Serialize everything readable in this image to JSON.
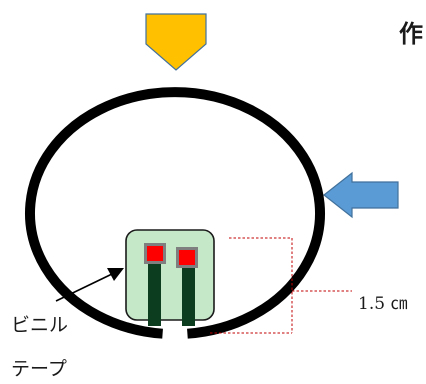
{
  "title_fragment": "作",
  "labels": {
    "vinyl_line1": "ビニル",
    "vinyl_line2": "テープ",
    "measurement": "1.5 ㎝"
  },
  "colors": {
    "ring": "#000000",
    "arrow_top": "#FFC000",
    "arrow_right": "#5B9BD5",
    "arrow_outline": "#41719C",
    "card_fill": "#C5E8C9",
    "card_stroke": "#1a1a1a",
    "sensor_red": "#FF0000",
    "sensor_frame": "#7F7F7F",
    "lead_green": "#0B3D1E",
    "dim_line": "#C00000"
  }
}
